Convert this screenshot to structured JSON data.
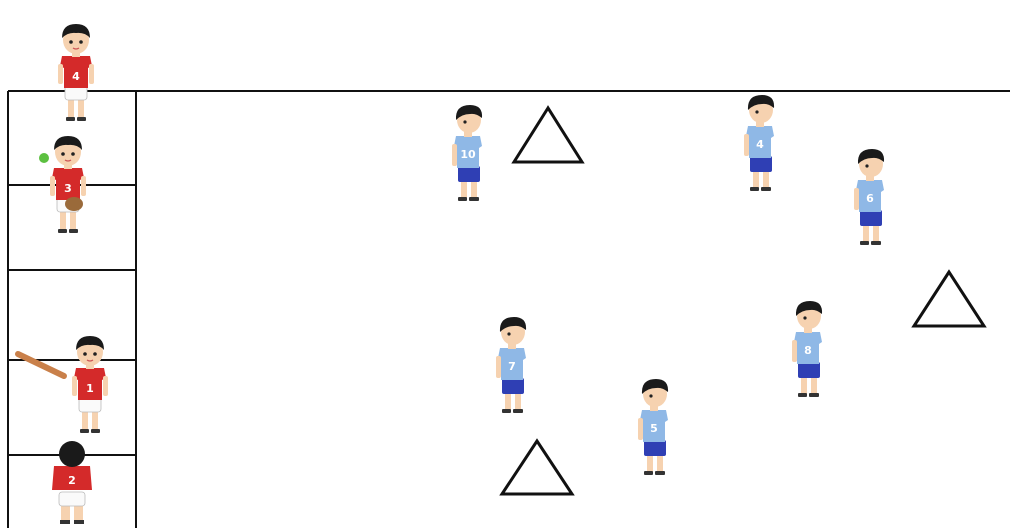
{
  "colors": {
    "batting_team_shirt": "#d42a2a",
    "fielding_team_shirt": "#8fb8e6",
    "fielding_team_shorts": "#2f3fb4",
    "hair": "#1a1a1a",
    "skin": "#f6d2b0",
    "ball": "#5cc040",
    "bat": "#c9804a"
  },
  "batting_team": [
    {
      "number": "4",
      "pose": "waiting"
    },
    {
      "number": "3",
      "pose": "holding-ball-and-glove"
    },
    {
      "number": "1",
      "pose": "batting"
    },
    {
      "number": "2",
      "pose": "crouching-back-view"
    }
  ],
  "fielding_team": [
    {
      "number": "10"
    },
    {
      "number": "4"
    },
    {
      "number": "6"
    },
    {
      "number": "7"
    },
    {
      "number": "8"
    },
    {
      "number": "5"
    }
  ],
  "markers": [
    {
      "shape": "triangle-cone"
    },
    {
      "shape": "triangle-cone"
    },
    {
      "shape": "triangle-cone"
    }
  ]
}
